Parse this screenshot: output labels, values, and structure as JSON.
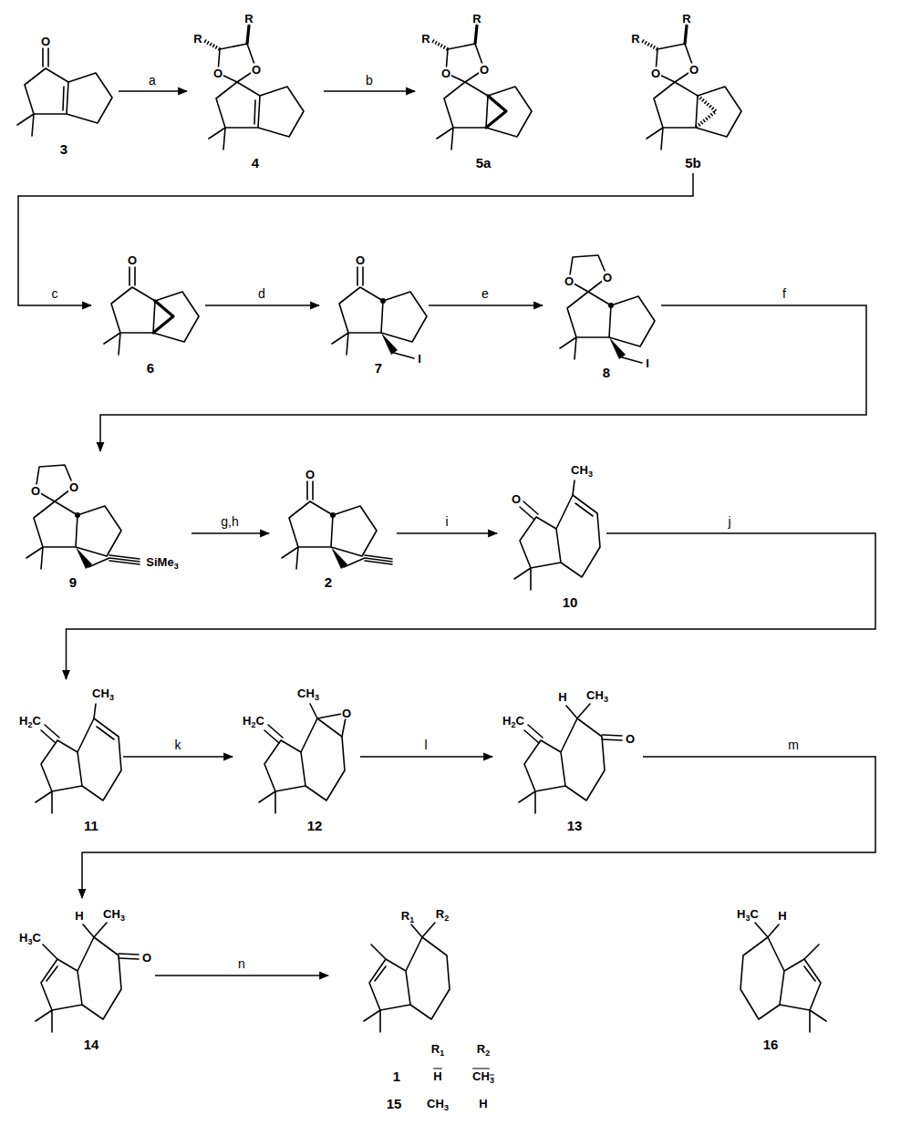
{
  "diagram": {
    "nodes": [
      {
        "text": [
          "3"
        ]
      },
      {
        "text": [
          "4"
        ]
      },
      {
        "text": [
          "5a"
        ]
      },
      {
        "text": [
          "5b"
        ]
      },
      {
        "text": [
          "6"
        ]
      },
      {
        "text": [
          "7"
        ]
      },
      {
        "text": [
          "8"
        ]
      },
      {
        "text": [
          "9"
        ]
      },
      {
        "text": [
          "2"
        ]
      },
      {
        "text": [
          "10"
        ]
      },
      {
        "text": [
          "11"
        ]
      },
      {
        "text": [
          "12"
        ]
      },
      {
        "text": [
          "13"
        ]
      },
      {
        "text": [
          "14"
        ]
      },
      {
        "text": [
          "1",
          "15"
        ]
      },
      {
        "text": [
          "16"
        ]
      }
    ],
    "edges": [
      {
        "from": 0,
        "to": 1,
        "label": "a",
        "arrow": "to"
      },
      {
        "from": 1,
        "to": 2,
        "label": "b",
        "arrow": "to"
      },
      {
        "from": 3,
        "to": 4,
        "label": "c",
        "arrow": "to"
      },
      {
        "from": 4,
        "to": 5,
        "label": "d",
        "arrow": "to"
      },
      {
        "from": 5,
        "to": 6,
        "label": "e",
        "arrow": "to"
      },
      {
        "from": 6,
        "to": 7,
        "label": "f",
        "arrow": "to"
      },
      {
        "from": 7,
        "to": 8,
        "label": "g,h",
        "arrow": "to"
      },
      {
        "from": 8,
        "to": 9,
        "label": "i",
        "arrow": "to"
      },
      {
        "from": 9,
        "to": 10,
        "label": "j",
        "arrow": "to"
      },
      {
        "from": 10,
        "to": 11,
        "label": "k",
        "arrow": "to"
      },
      {
        "from": 11,
        "to": 12,
        "label": "l",
        "arrow": "to"
      },
      {
        "from": 12,
        "to": 13,
        "label": "m",
        "arrow": "to"
      },
      {
        "from": 13,
        "to": 14,
        "label": "n",
        "arrow": "to"
      }
    ],
    "labels": [
      "O",
      "O",
      "O",
      "R",
      "R",
      "O",
      "O",
      "R",
      "R",
      "O",
      "O",
      "R",
      "R",
      "O",
      "O",
      "I",
      "O",
      "O",
      "I",
      "O",
      "O",
      "SiMe3",
      "O",
      "O",
      "CH3",
      "H2C",
      "CH3",
      "H2C",
      "CH3",
      "O",
      "H",
      "CH3",
      "H2C",
      "O",
      "H3C",
      "H",
      "CH3",
      "O",
      "R1",
      "R2",
      "R1",
      "R2",
      "H",
      "CH3",
      "CH3",
      "H",
      "H3C",
      "H"
    ]
  }
}
